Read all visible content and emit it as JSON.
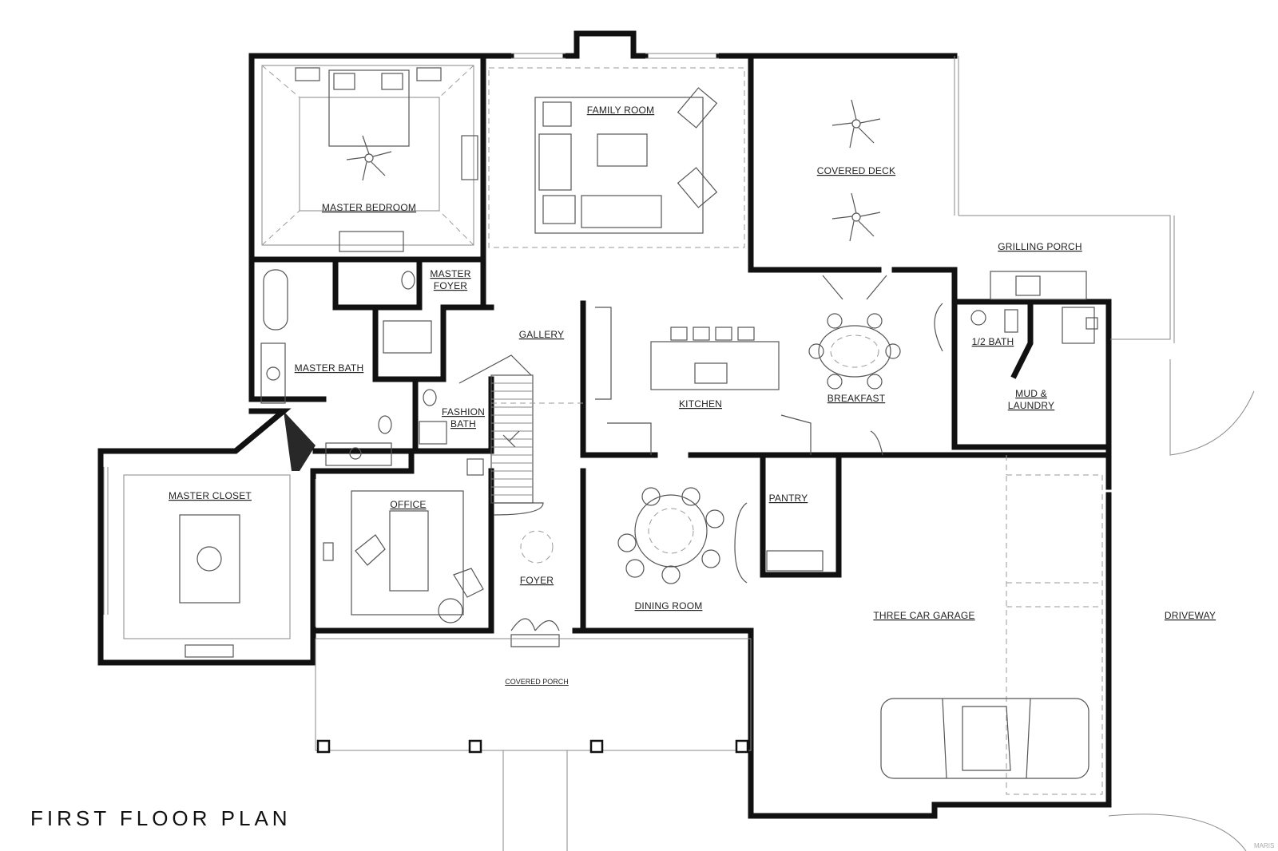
{
  "plan": {
    "title": "FIRST FLOOR PLAN",
    "watermark": "MARIS"
  },
  "rooms": {
    "master_bedroom": "MASTER BEDROOM",
    "family_room": "FAMILY ROOM",
    "covered_deck": "COVERED DECK",
    "grilling_porch": "GRILLING PORCH",
    "master_foyer_line1": "MASTER",
    "master_foyer_line2": "FOYER",
    "gallery": "GALLERY",
    "master_bath": "MASTER BATH",
    "fashion_bath_line1": "FASHION",
    "fashion_bath_line2": "BATH",
    "kitchen": "KITCHEN",
    "breakfast": "BREAKFAST",
    "half_bath": "1/2 BATH",
    "mud_laundry_line1": "MUD &",
    "mud_laundry_line2": "LAUNDRY",
    "master_closet": "MASTER CLOSET",
    "office": "OFFICE",
    "pantry": "PANTRY",
    "foyer": "FOYER",
    "dining_room": "DINING ROOM",
    "three_car_garage": "THREE CAR GARAGE",
    "driveway": "DRIVEWAY",
    "covered_porch": "COVERED PORCH"
  }
}
